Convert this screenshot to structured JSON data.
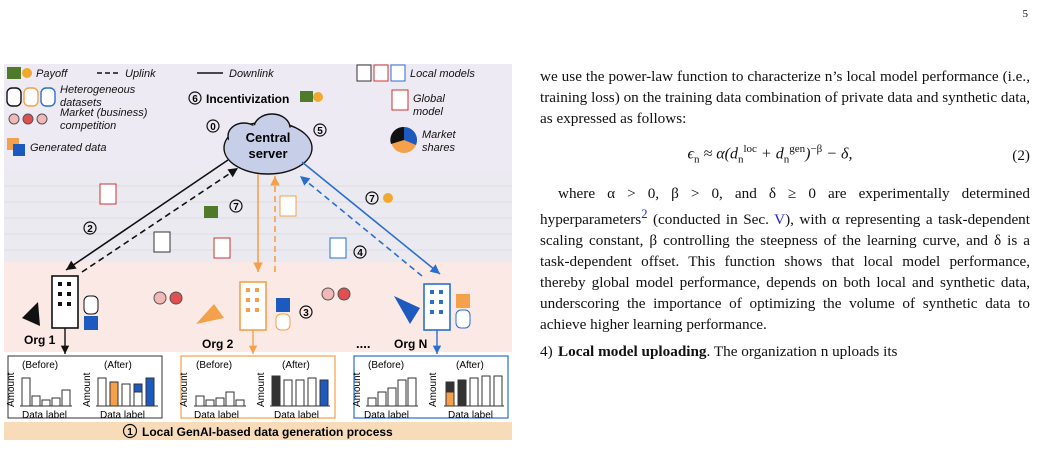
{
  "page_number": "5",
  "figure": {
    "legend": {
      "payoff": "Payoff",
      "uplink": "Uplink",
      "downlink": "Downlink",
      "local_models": "Local models",
      "heterogeneous_datasets": "Heterogeneous datasets",
      "market_competition": "Market (business) competition",
      "generated_data": "Generated data",
      "global_model": "Global model",
      "market_shares": "Market shares"
    },
    "steps": {
      "s0": "0",
      "s2": "2",
      "s3": "3",
      "s4": "4",
      "s5": "5",
      "s7": "7",
      "incentivization_number": "6",
      "incentivization": "Incentivization"
    },
    "server_label": "Central server",
    "ellipsis": "....",
    "orgs": [
      {
        "name": "Org 1",
        "before": "(Before)",
        "after": "(After)",
        "amount": "Amount",
        "data_label": "Data label"
      },
      {
        "name": "Org 2",
        "before": "(Before)",
        "after": "(After)",
        "amount": "Amount",
        "data_label": "Data label"
      },
      {
        "name": "Org N",
        "before": "(Before)",
        "after": "(After)",
        "amount": "Amount",
        "data_label": "Data label"
      }
    ],
    "bottom_banner_number": "1",
    "bottom_banner": "Local GenAI-based data generation process",
    "colors": {
      "org1_panel": "#ffffff",
      "org2_accent": "#f5a04a",
      "orgN_accent": "#2a6fd0",
      "server_fill": "#c7cfe8",
      "top_band": "#eeeaf3",
      "mid_band": "#fbe9e6",
      "bottom_banner": "#f8dcb9"
    }
  },
  "text": {
    "p1": "we use the power-law function to characterize n’s local model performance (i.e., training loss) on the training data combination of private data and synthetic data, as expressed as follows:",
    "eq_lhs": "ϵ",
    "eq_sub_n": "n",
    "eq_mid": " ≈ α(d",
    "eq_sup_loc": "loc",
    "eq_plus": " + d",
    "eq_sup_gen": "gen",
    "eq_tail": ")",
    "eq_sup_beta": "−β",
    "eq_end": " − δ,",
    "eq_number": "(2)",
    "p2_a": "where α > 0, β > 0, and δ ≥ 0 are experimentally determined hyperparameters",
    "footnote_ref": "2",
    "p2_b": " (conducted in Sec. ",
    "sec_ref": "V",
    "p2_c": "), with α representing a task-dependent scaling constant, β controlling the steepness of the learning curve, and δ is a task-dependent offset. This function shows that local model performance, thereby global model performance, depends on both local and synthetic data, underscoring the importance of optimizing the volume of synthetic data to achieve higher learning performance.",
    "step4_num": "4)",
    "step4_title": "Local model uploading",
    "step4_text": ". The organization n uploads its"
  }
}
